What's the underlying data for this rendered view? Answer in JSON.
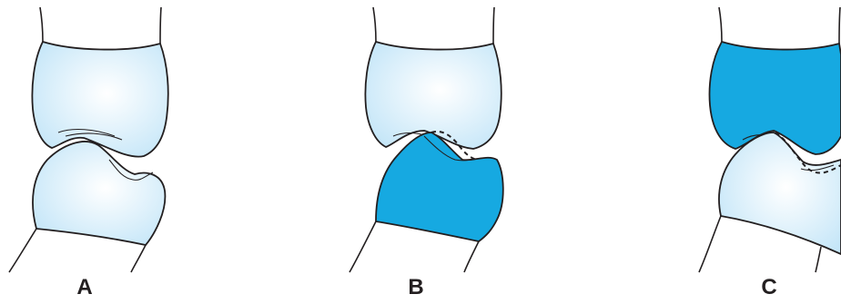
{
  "panels": [
    {
      "label": "A",
      "upper_tooth": "light",
      "lower_tooth": "light",
      "dashed_contour": false
    },
    {
      "label": "B",
      "upper_tooth": "light",
      "lower_tooth": "dark",
      "dashed_contour": true
    },
    {
      "label": "C",
      "upper_tooth": "dark",
      "lower_tooth": "light",
      "dashed_contour": true
    }
  ],
  "colors": {
    "outline": "#231f20",
    "light_fill_center": "#ffffff",
    "light_fill_edge": "#c5e6f8",
    "dark_fill": "#16a9e1",
    "background": "#ffffff"
  }
}
